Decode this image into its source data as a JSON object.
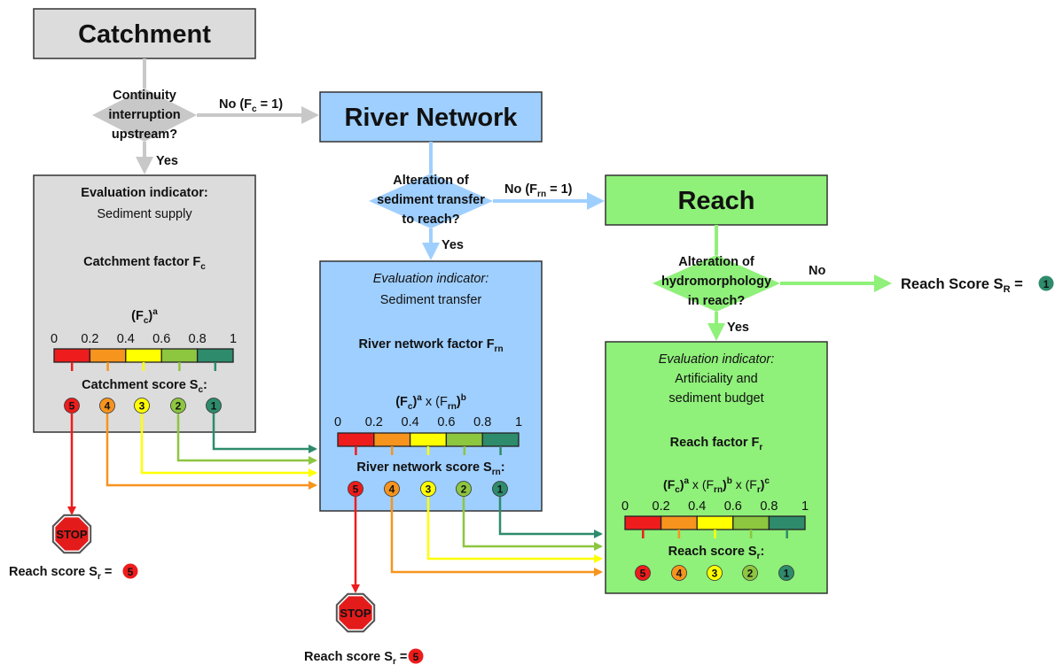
{
  "colors": {
    "score_5": "#ee1c1c",
    "score_4": "#f7941d",
    "score_3": "#ffff00",
    "score_2": "#8dc63f",
    "score_1": "#2e8b6b",
    "catchment_fill": "#dcdcdc",
    "catchment_arrow": "#c8c8c8",
    "network_fill": "#9fcfff",
    "network_arrow": "#9fcfff",
    "reach_fill": "#8ff07a",
    "reach_arrow": "#8ff07a",
    "stop_fill": "#e41b1b"
  },
  "scale_ticks": [
    "0",
    "0.2",
    "0.4",
    "0.6",
    "0.8",
    "1"
  ],
  "score_badges": [
    "5",
    "4",
    "3",
    "2",
    "1"
  ],
  "catchment": {
    "title": "Catchment",
    "decision": [
      "Continuity",
      "interruption",
      "upstream?"
    ],
    "yes": "Yes",
    "no_prefix": "No (F",
    "no_sub": "c",
    "no_suffix": " = 1)",
    "indicator_label": "Evaluation indicator:",
    "indicator": "Sediment supply",
    "factor_label": "Catchment factor F",
    "factor_sub": "c",
    "formula_base": "(F",
    "formula_sub": "c",
    "formula_tail": ")",
    "formula_sup": "a",
    "score_label": "Catchment score S",
    "score_sub": "c",
    "score_colon": ":"
  },
  "network": {
    "title": "River Network",
    "decision": [
      "Alteration of",
      "sediment transfer",
      "to reach?"
    ],
    "yes": "Yes",
    "no_prefix": "No (F",
    "no_sub": "rn",
    "no_suffix": " = 1)",
    "indicator_label": "Evaluation indicator:",
    "indicator": "Sediment transfer",
    "factor_label": "River network factor F",
    "factor_sub": "rn",
    "formula_parts": [
      "(F",
      "c",
      ")",
      "a",
      " x (F",
      "rn",
      ")",
      "b"
    ],
    "score_label": "River network score S",
    "score_sub": "rn",
    "score_colon": ":"
  },
  "reach": {
    "title": "Reach",
    "decision": [
      "Alteration of",
      "hydromorphology",
      "in reach?"
    ],
    "yes": "Yes",
    "no": "No",
    "result_label": "Reach Score S",
    "result_sub": "R",
    "result_eq": " = ",
    "result_badge": "1",
    "indicator_label": "Evaluation indicator:",
    "indicator": [
      "Artificiality and",
      "sediment budget"
    ],
    "factor_label": "Reach factor F",
    "factor_sub": "r",
    "formula_parts": [
      "(F",
      "c",
      ")",
      "a",
      " x (F",
      "rn",
      ")",
      "b",
      " x (F",
      "r",
      ")",
      "c"
    ],
    "score_label": "Reach score S",
    "score_sub": "r",
    "score_colon": ":"
  },
  "stop": {
    "label": "STOP",
    "result_label": "Reach score S",
    "result_sub": "r",
    "result_eq": " = ",
    "result_badge": "5"
  }
}
